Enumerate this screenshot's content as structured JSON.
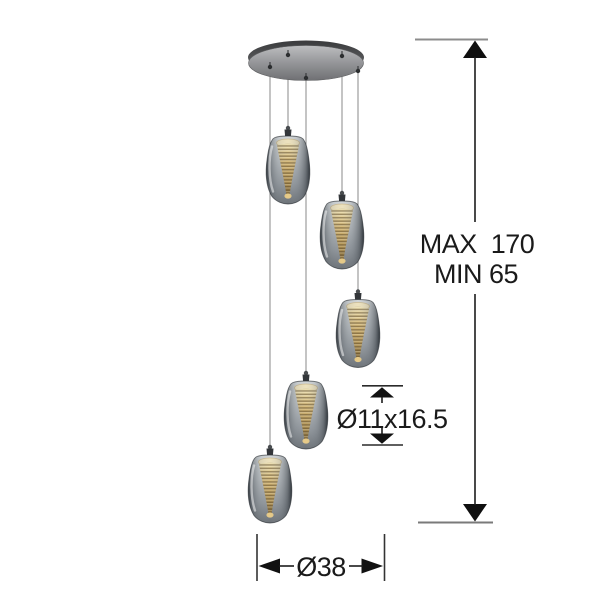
{
  "diagram": {
    "type": "product-dimension-diagram",
    "product": "5-light cascading pendant lamp",
    "pendant_count": 5,
    "labels": {
      "max_height": "MAX  170",
      "min_height": "MIN 65",
      "pendant_size": "Ø11x16.5",
      "canopy_diameter": "Ø38"
    }
  },
  "colors": {
    "background": "#ffffff",
    "dimension_line": "#111111",
    "tick_line": "#7a7a7a",
    "suspension_wire": "#8a8a8a",
    "canopy_metal": "#96979a",
    "canopy_rim_dark": "#3e3f41",
    "glass_smoke_dark": "#4b5157",
    "glass_smoke_light": "#cdd1d4",
    "cone_gold": "#d3b269",
    "led_plate": "#efe2ba"
  }
}
